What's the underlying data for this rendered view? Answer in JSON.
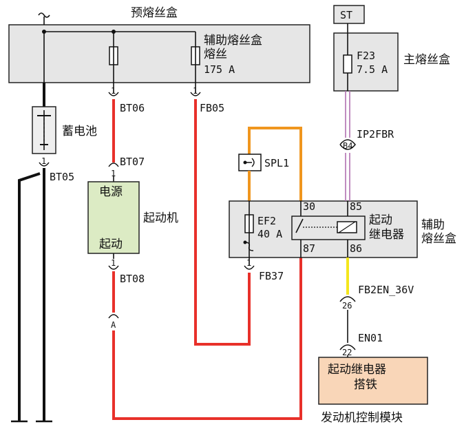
{
  "title_prefuse": "预熔丝盒",
  "aux_fusebox_label_line1": "辅助熔丝盒",
  "aux_fusebox_label_line2": "熔丝",
  "aux_fusebox_rating": "175 A",
  "battery_label": "蓄电池",
  "st_label": "ST",
  "main_fuse": {
    "name": "F23",
    "rating": "7.5 A",
    "label": "主熔丝盒"
  },
  "connectors": {
    "bt06": "BT06",
    "bt07": "BT07",
    "bt05": "BT05",
    "bt08": "BT08",
    "fb05": "FB05",
    "fb37": "FB37",
    "ip2fbr": "IP2FBR",
    "fb2en": "FB2EN_36V",
    "en01": "EN01",
    "spl1": "SPL1"
  },
  "pins": {
    "p1_bt06": "1",
    "p1_fb05": "1",
    "p1_bt05": "1",
    "p1_bt07": "1",
    "p1_bt08": "1",
    "p1_fb37": "1",
    "b4": "B4",
    "p26": "26",
    "p22": "22",
    "pA": "A"
  },
  "starter": {
    "power": "电源",
    "start": "起动",
    "label": "起动机"
  },
  "relay_box": {
    "fuse_name": "EF2",
    "fuse_rating": "40 A",
    "pin30": "30",
    "pin85": "85",
    "pin87": "87",
    "pin86": "86",
    "relay_line1": "起动",
    "relay_line2": "继电器",
    "box_line1": "辅助",
    "box_line2": "熔丝盒"
  },
  "ecm": {
    "line1": "起动继电器",
    "line2": "搭铁",
    "label": "发动机控制模块"
  },
  "colors": {
    "red": "#e8302a",
    "orange": "#f0961e",
    "yellow": "#f4e61c",
    "purple": "#b070b0",
    "starter_fill": "#dcebc4",
    "ecm_fill": "#f9d6b8"
  }
}
